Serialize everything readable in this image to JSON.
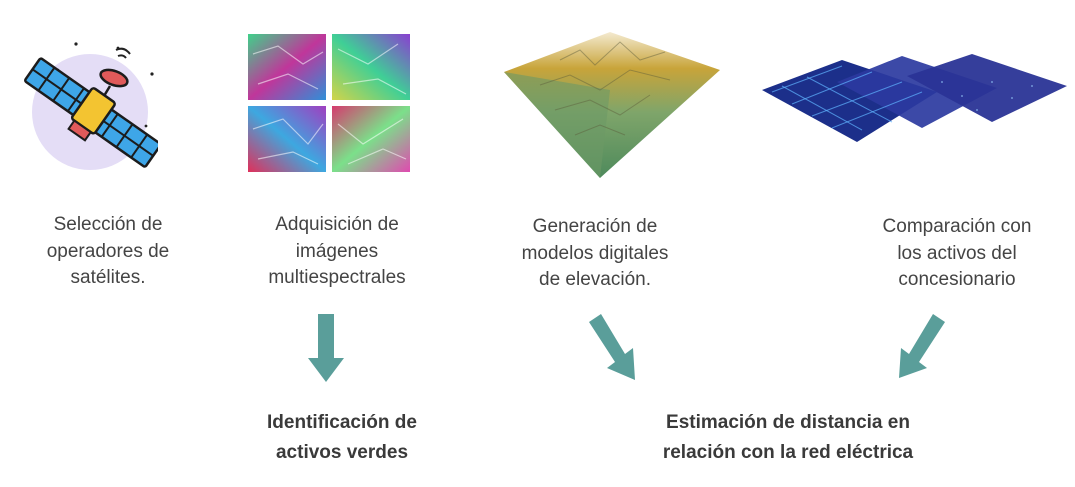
{
  "steps": [
    {
      "label": "Selección de\noperadores de\nsatélites.",
      "icon": "satellite-icon"
    },
    {
      "label": "Adquisición de\nimágenes\nmultiespectrales",
      "icon": "multispectral-images-icon"
    },
    {
      "label": "Generación de\nmodelos digitales\nde elevación.",
      "icon": "elevation-model-icon"
    },
    {
      "label": "Comparación  con\nlos activos del\nconcesionario",
      "icon": "layered-maps-icon"
    }
  ],
  "results": [
    {
      "label": "Identificación de\nactivos verdes"
    },
    {
      "label": "Estimación de distancia en\nrelación con la red eléctrica"
    }
  ],
  "colors": {
    "arrow": "#5a9e9a",
    "text": "#444444",
    "satellite_bg": "#e4ddf6",
    "panel_blue": "#3ea6e8",
    "panel_gold": "#f3c431"
  }
}
